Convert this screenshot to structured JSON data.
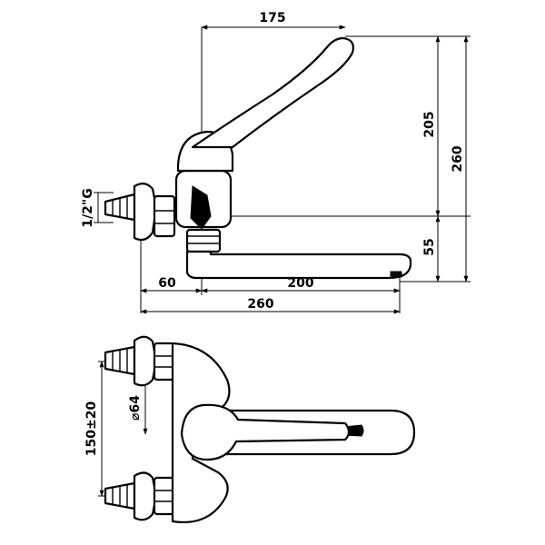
{
  "dimensions": {
    "top_width": "175",
    "height_lever": "205",
    "height_total": "260",
    "inlet_thread": "1/2\"G",
    "spout_height": "55",
    "wall_offset": "60",
    "spout_reach": "200",
    "total_length": "260",
    "body_diameter": "⌀64",
    "inlet_spacing": "150±20"
  }
}
